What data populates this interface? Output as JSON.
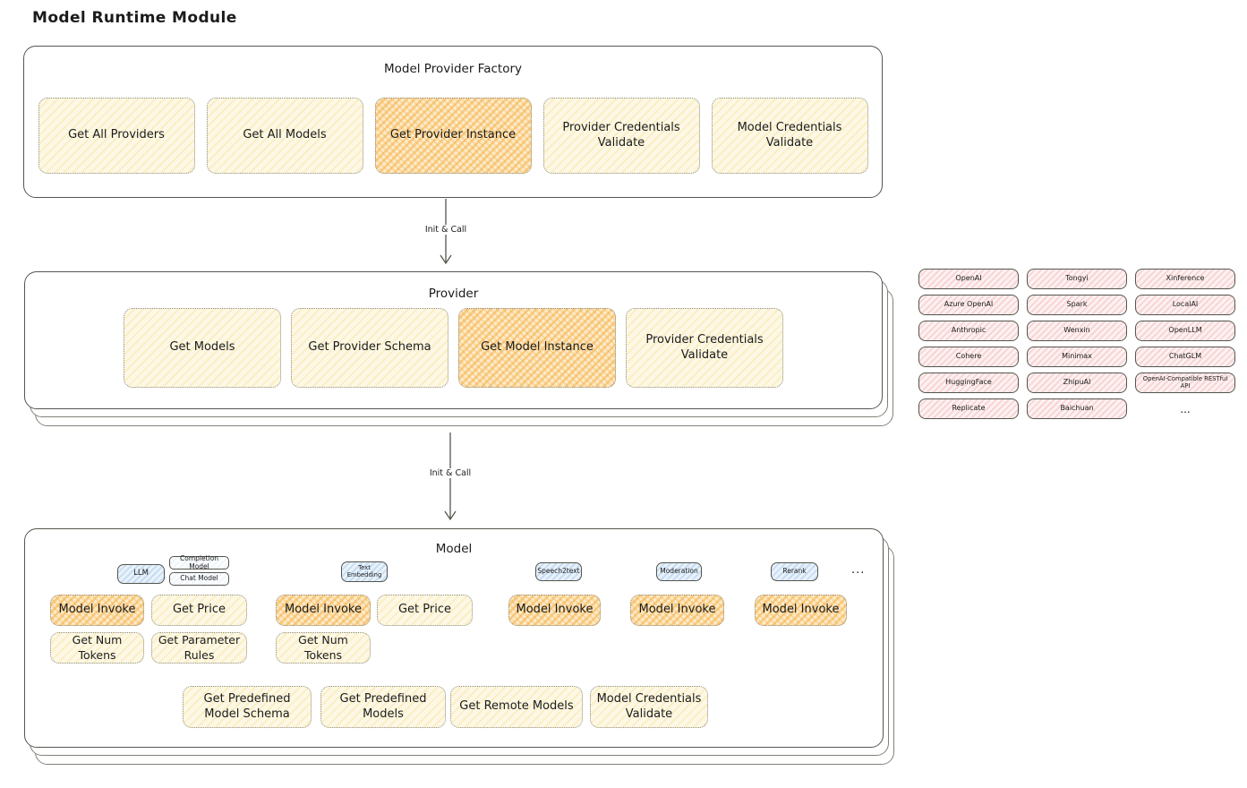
{
  "page_title": "Model Runtime Module",
  "arrows": {
    "init_call": "Init & Call"
  },
  "factory": {
    "title": "Model Provider Factory",
    "boxes": [
      {
        "label": "Get All Providers",
        "highlight": false
      },
      {
        "label": "Get All Models",
        "highlight": false
      },
      {
        "label": "Get Provider Instance",
        "highlight": true
      },
      {
        "label": "Provider Credentials Validate",
        "highlight": false
      },
      {
        "label": "Model Credentials Validate",
        "highlight": false
      }
    ]
  },
  "provider": {
    "title": "Provider",
    "boxes": [
      {
        "label": "Get Models",
        "highlight": false
      },
      {
        "label": "Get Provider Schema",
        "highlight": false
      },
      {
        "label": "Get Model Instance",
        "highlight": true
      },
      {
        "label": "Provider Credentials Validate",
        "highlight": false
      }
    ]
  },
  "providers_grid": {
    "items": [
      "OpenAI",
      "Tongyi",
      "Xinference",
      "Azure OpenAI",
      "Spark",
      "LocalAI",
      "Anthropic",
      "Wenxin",
      "OpenLLM",
      "Cohere",
      "Minimax",
      "ChatGLM",
      "HuggingFace",
      "ZhipuAI",
      "OpenAI-Compatible RESTful API",
      "Replicate",
      "Baichuan",
      "..."
    ]
  },
  "model": {
    "title": "Model",
    "tabs": {
      "llm": "LLM",
      "completion_model": "Completion Model",
      "chat_model": "Chat Model",
      "text_embedding": "Text Embedding",
      "speech2text": "Speech2text",
      "moderation": "Moderation",
      "rerank": "Rerank",
      "more": "..."
    },
    "functions": {
      "model_invoke": "Model Invoke",
      "get_price": "Get Price",
      "get_num_tokens": "Get Num Tokens",
      "get_parameter_rules": "Get Parameter Rules",
      "get_predefined_model_schema": "Get Predefined Model Schema",
      "get_predefined_models": "Get Predefined Models",
      "get_remote_models": "Get Remote Models",
      "model_credentials_validate": "Model Credentials Validate"
    }
  }
}
